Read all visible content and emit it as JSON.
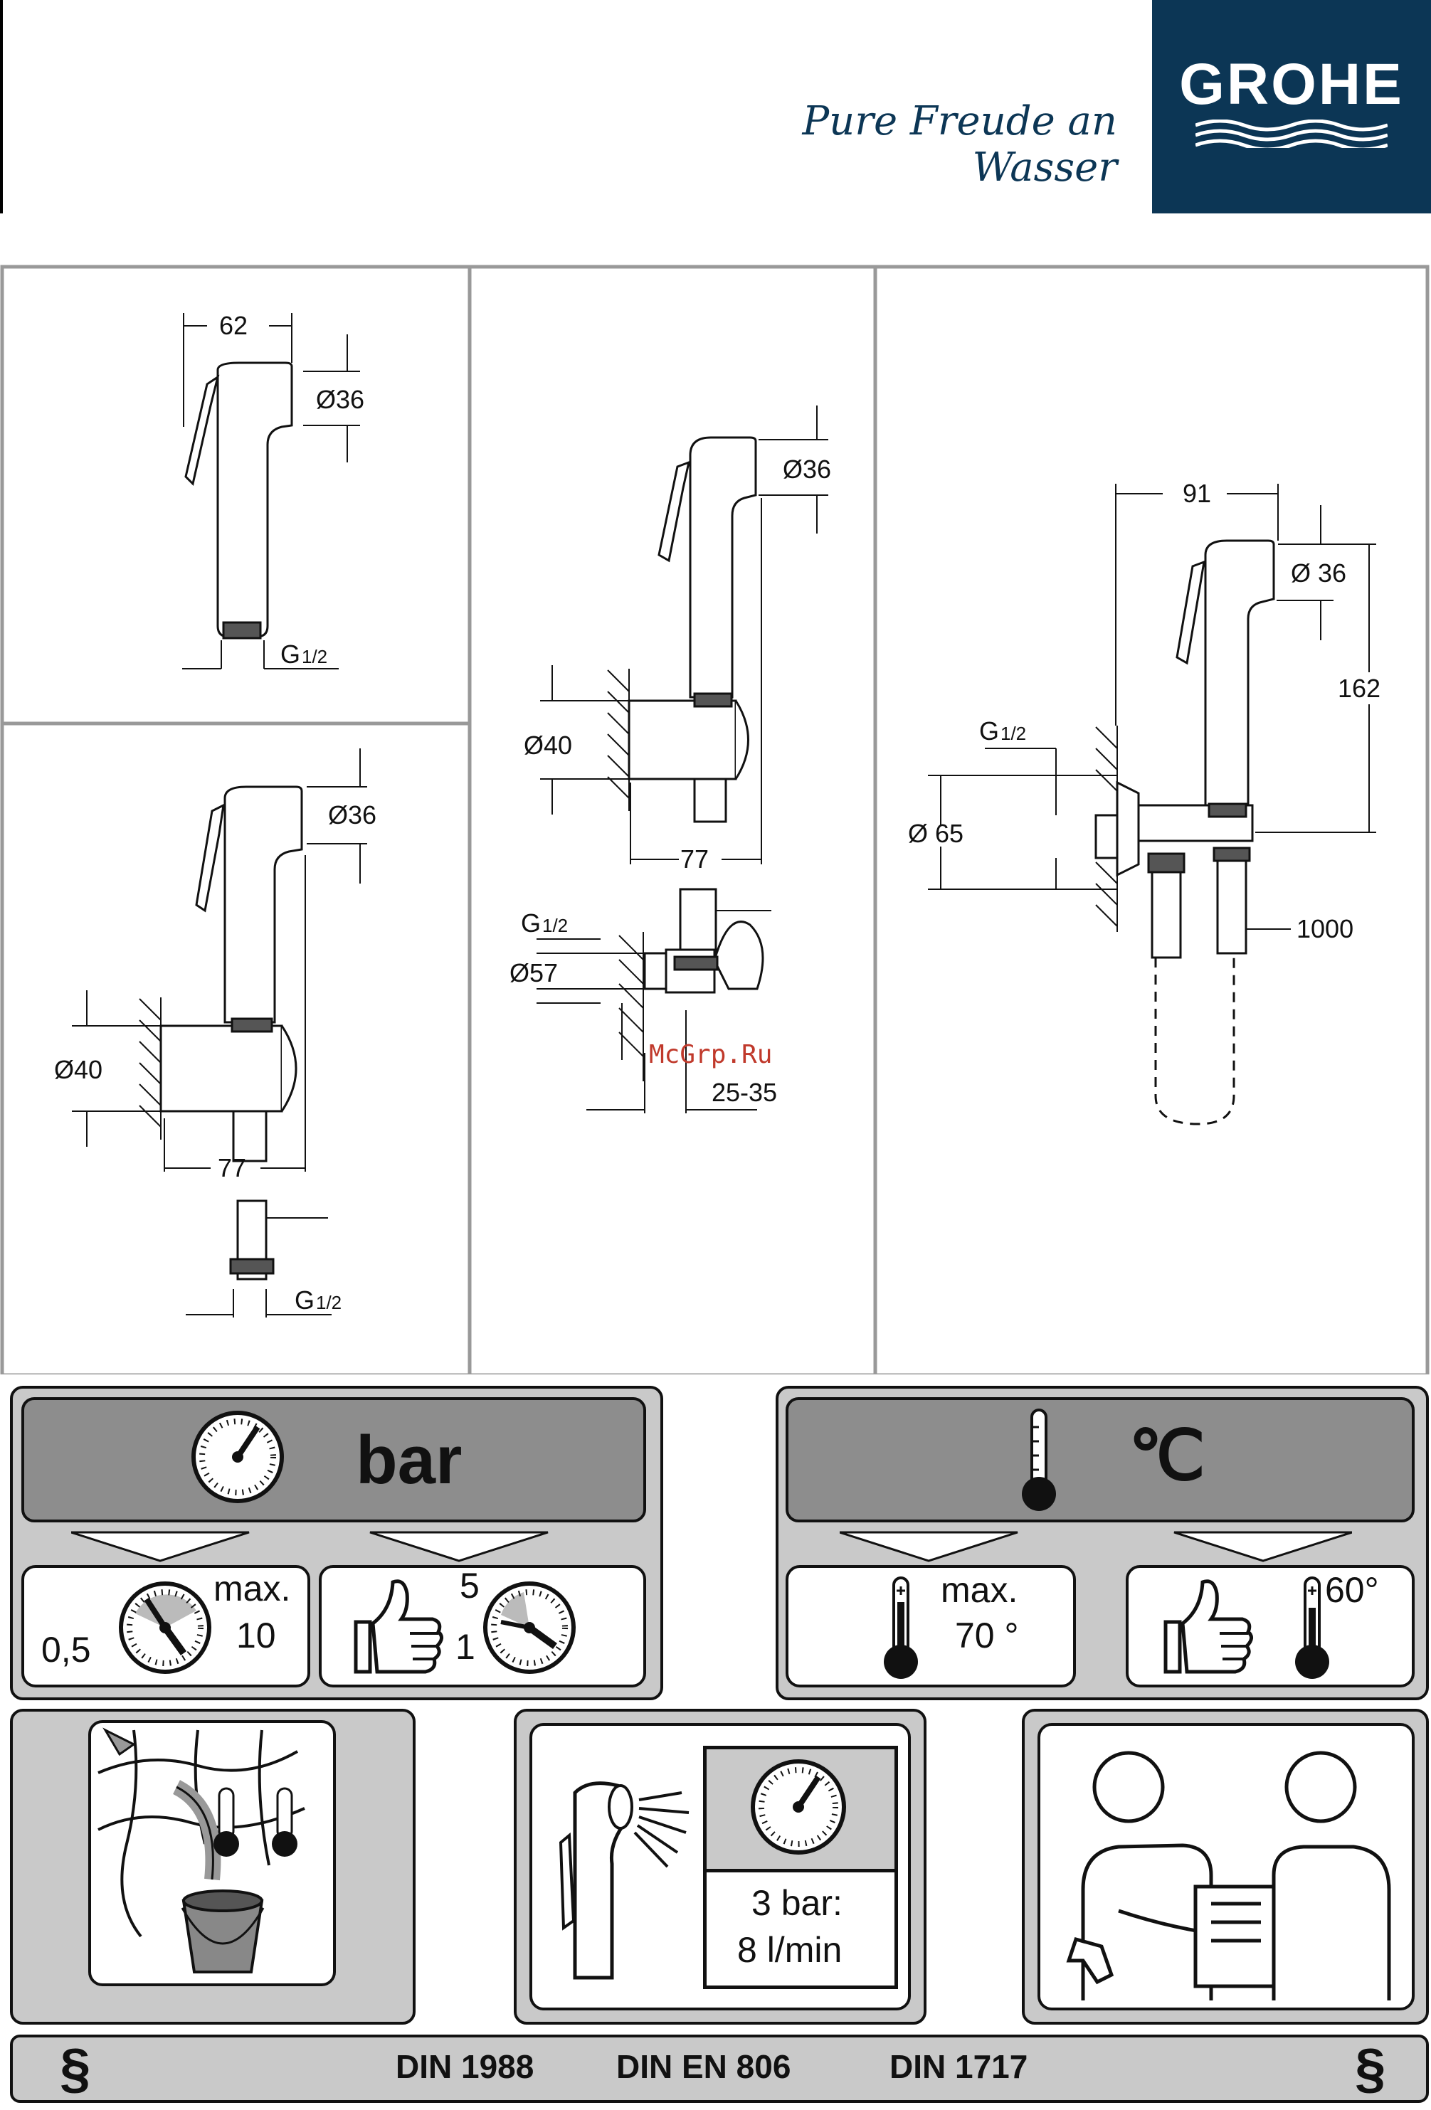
{
  "brand": {
    "name": "GROHE",
    "tagline": "Pure Freude an Wasser",
    "color": "#0c3655"
  },
  "watermark": "McGrp.Ru",
  "drawings": {
    "handset": {
      "width": "62",
      "diameter": "Ø36",
      "thread_g": "G",
      "thread_fraction": "1/2"
    },
    "wall_holder": {
      "diameter_head": "Ø36",
      "diameter_holder": "Ø40",
      "depth": "77",
      "thread_g": "G",
      "thread_fraction": "1/2"
    },
    "angle_valve_set": {
      "diameter_head": "Ø36",
      "diameter_holder": "Ø40",
      "depth": "77",
      "thread_g": "G",
      "thread_fraction": "1/2",
      "rosette": "Ø57",
      "projection": "25-35"
    },
    "wall_outlet_set": {
      "width": "91",
      "diameter_head": "Ø 36",
      "height": "162",
      "thread_g": "G",
      "thread_fraction": "1/2",
      "rosette": "Ø 65",
      "hose_length": "1000"
    }
  },
  "pressure": {
    "unit": "bar",
    "min": "0,5",
    "max_label": "max.",
    "max_value": "10",
    "recommended_high": "5",
    "recommended_low": "1"
  },
  "temperature": {
    "unit": "℃",
    "max_label": "max.",
    "max_value": "70 °",
    "recommended": "60°"
  },
  "flow": {
    "pressure": "3 bar:",
    "rate": "8 l/min"
  },
  "standards": {
    "section_symbol": "§",
    "items": [
      "DIN 1988",
      "DIN EN 806",
      "DIN 1717"
    ]
  }
}
